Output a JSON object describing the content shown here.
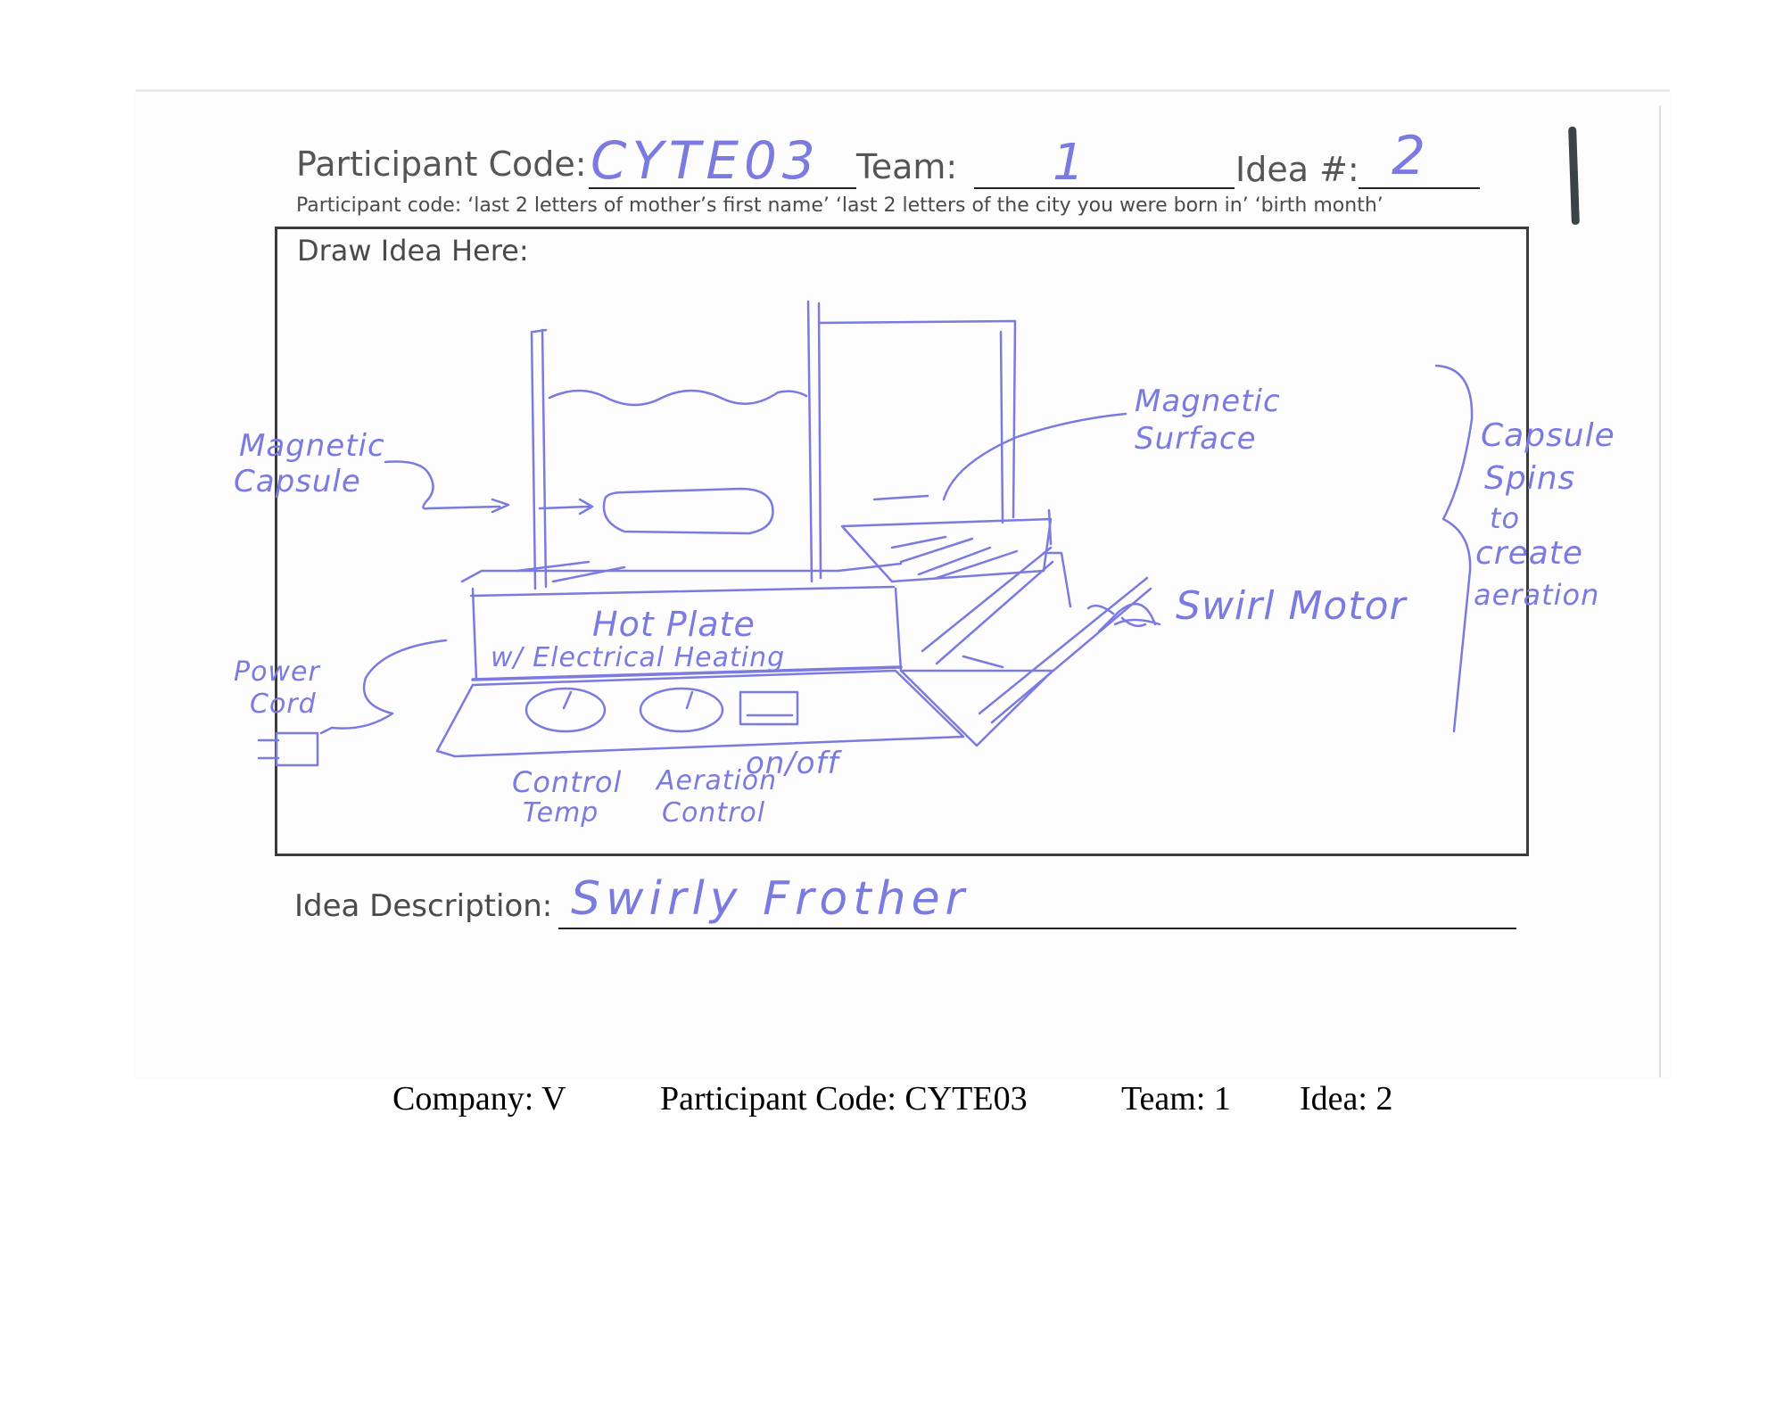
{
  "form": {
    "participant_code_label": "Participant Code:",
    "participant_code_value": "CYTE03",
    "team_label": "Team:",
    "team_value": "1",
    "idea_label": "Idea #:",
    "idea_value": "2",
    "hint": "Participant code: ‘last 2 letters of mother’s first name’  ‘last 2 letters of the city you were born in’  ‘birth month’",
    "draw_label": "Draw Idea Here:",
    "description_label": "Idea Description:",
    "description_value": "Swirly Frother",
    "corner_mark": "1"
  },
  "annotations": {
    "magnetic_capsule": [
      "Magnetic",
      "Capsule"
    ],
    "magnetic_surface": [
      "Magnetic",
      "Surface"
    ],
    "capsule_spins": [
      "Capsule",
      "Spins",
      "to",
      "create",
      "aeration"
    ],
    "swirl_motor": "Swirl Motor",
    "hot_plate": [
      "Hot Plate",
      "w/ Electrical Heating"
    ],
    "power_cord": [
      "Power",
      "Cord"
    ],
    "control_temp": [
      "Control",
      "Temp"
    ],
    "aeration_control": [
      "Aeration",
      "Control"
    ],
    "on_off": "on/off"
  },
  "footer": {
    "company": "Company: V",
    "participant_code": "Participant Code: CYTE03",
    "team": "Team: 1",
    "idea": "Idea: 2"
  },
  "colors": {
    "ink": "#7a7ae0",
    "print": "#555555"
  }
}
